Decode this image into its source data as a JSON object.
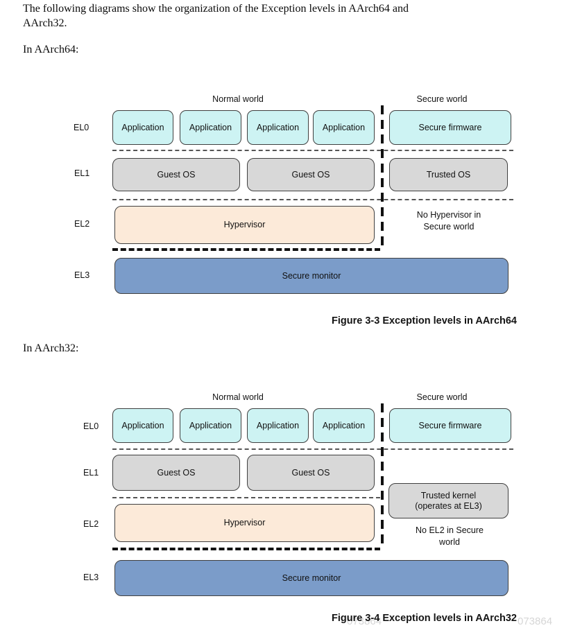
{
  "intro": {
    "line1": "The following diagrams show the organization of the Exception levels in AArch64 and",
    "line2": "AArch32.",
    "aarch64_heading": "In AArch64:",
    "aarch32_heading": "In AArch32:"
  },
  "colors": {
    "app": "#cdf3f3",
    "os": "#d8d8d8",
    "hyp": "#fcead9",
    "monitor": "#7b9cc9",
    "border": "#3f3f3f"
  },
  "diagram_aarch64": {
    "normal_world_label": "Normal world",
    "secure_world_label": "Secure world",
    "el_labels": {
      "el0": "EL0",
      "el1": "EL1",
      "el2": "EL2",
      "el3": "EL3"
    },
    "applications": [
      "Application",
      "Application",
      "Application",
      "Application"
    ],
    "secure_firmware": "Secure firmware",
    "guest_os": [
      "Guest OS",
      "Guest OS"
    ],
    "trusted_os": "Trusted OS",
    "hypervisor": "Hypervisor",
    "no_hypervisor_note_line1": "No Hypervisor in",
    "no_hypervisor_note_line2": "Secure world",
    "secure_monitor": "Secure monitor",
    "caption": "Figure 3-3 Exception levels in AArch64"
  },
  "diagram_aarch32": {
    "normal_world_label": "Normal world",
    "secure_world_label": "Secure world",
    "el_labels": {
      "el0": "EL0",
      "el1": "EL1",
      "el2": "EL2",
      "el3": "EL3"
    },
    "applications": [
      "Application",
      "Application",
      "Application",
      "Application"
    ],
    "secure_firmware": "Secure firmware",
    "guest_os": [
      "Guest OS",
      "Guest OS"
    ],
    "trusted_kernel_line1": "Trusted kernel",
    "trusted_kernel_line2": "(operates at EL3)",
    "no_el2_note_line1": "No EL2 in Secure",
    "no_el2_note_line2": "world",
    "hypervisor": "Hypervisor",
    "secure_monitor": "Secure monitor",
    "caption": "Figure 3-4 Exception levels in AArch32"
  },
  "watermark_visible_text": "073864"
}
